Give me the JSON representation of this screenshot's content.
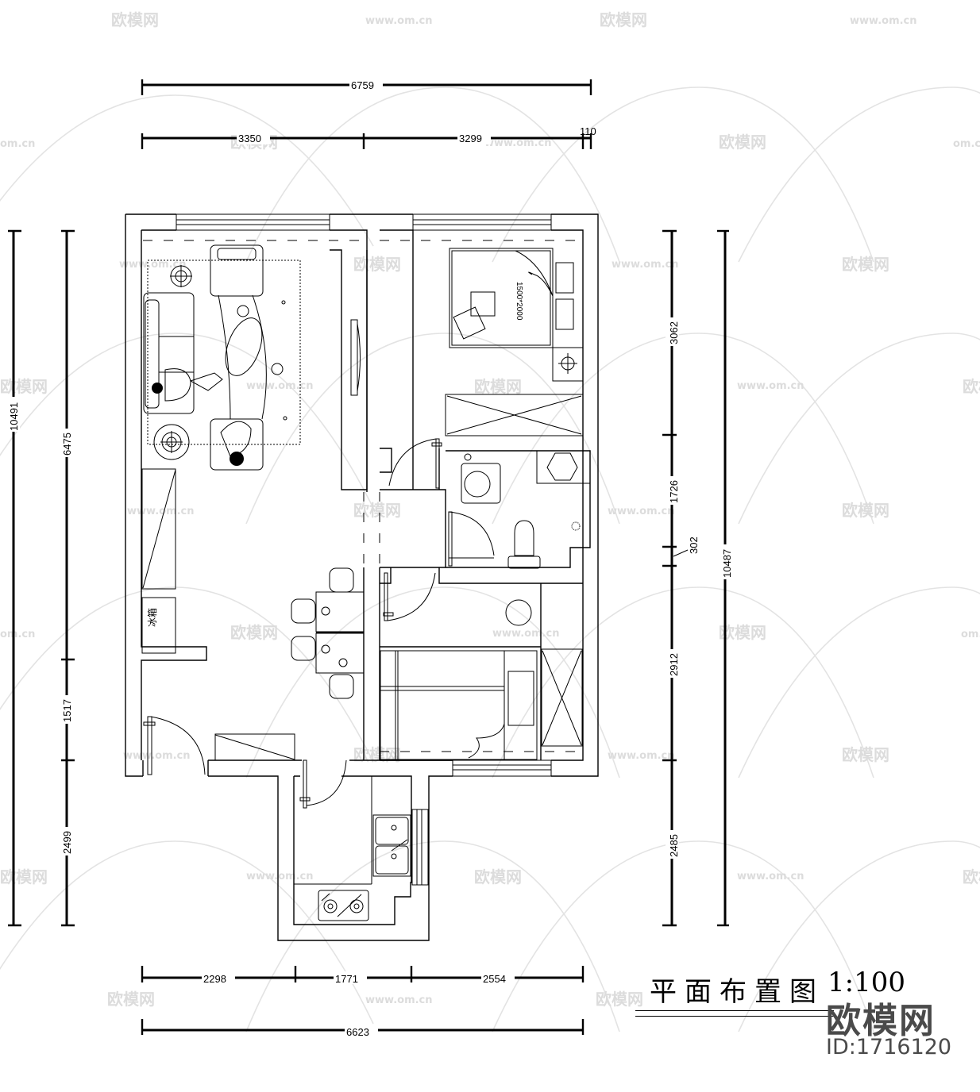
{
  "drawing": {
    "title": "平面布置图",
    "scale_suffix": "1:100",
    "bed_label": "1500*2000",
    "fridge_label": "冰箱"
  },
  "dimensions": {
    "top_overall": "6759",
    "top_segments": [
      "3350",
      "3299",
      "110"
    ],
    "left_overall": "10491",
    "left_segments": [
      "6475",
      "1517",
      "2499"
    ],
    "right_overall": "10487",
    "right_segments": [
      "3062",
      "1726",
      "302",
      "2912",
      "2485"
    ],
    "bottom_segments": [
      "2298",
      "1771",
      "2554"
    ],
    "bottom_overall": "6623"
  },
  "watermark": {
    "brand": "欧模网",
    "url": "www.om.cn",
    "short_url": "om.cn",
    "id_label": "ID:1716120",
    "color": "#dcdcdc",
    "logo_color": "#4a4a4a"
  }
}
